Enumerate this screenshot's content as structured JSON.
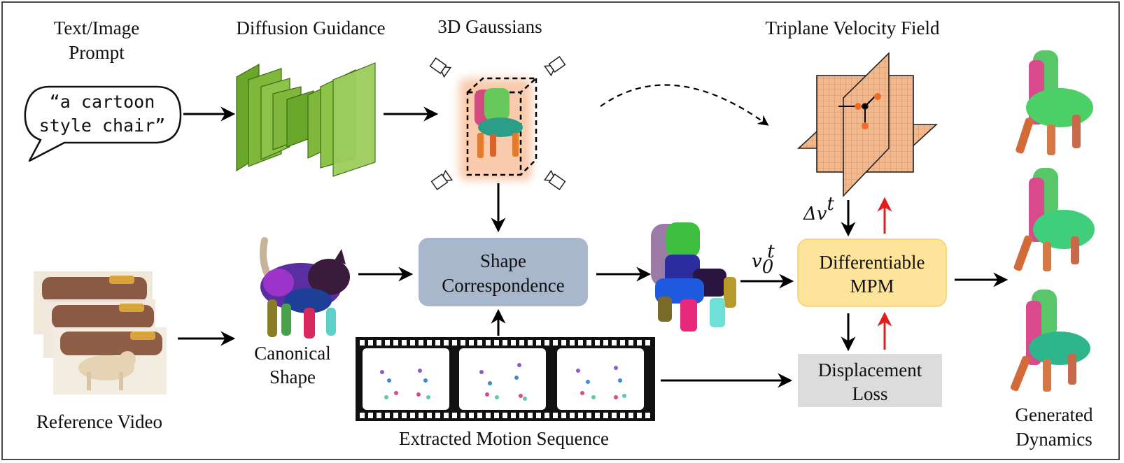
{
  "labels": {
    "text_image_prompt_1": "Text/Image",
    "text_image_prompt_2": "Prompt",
    "diffusion_guidance": "Diffusion Guidance",
    "gaussians_3d": "3D Gaussians",
    "triplane_velocity_field": "Triplane Velocity Field",
    "reference_video": "Reference Video",
    "canonical_shape_1": "Canonical",
    "canonical_shape_2": "Shape",
    "extracted_motion_sequence": "Extracted Motion Sequence",
    "generated_dynamics_1": "Generated",
    "generated_dynamics_2": "Dynamics"
  },
  "prompt_bubble": {
    "line1": "“a cartoon",
    "line2": "style chair”"
  },
  "boxes": {
    "shape_correspondence_1": "Shape",
    "shape_correspondence_2": "Correspondence",
    "differentiable_mpm_1": "Differentiable",
    "differentiable_mpm_2": "MPM",
    "displacement_loss_1": "Displacement",
    "displacement_loss_2": "Loss"
  },
  "math": {
    "delta_v": "Δv",
    "delta_v_sup": "t",
    "v0": "v",
    "v0_sub": "0",
    "v0_sup": "t"
  },
  "colors": {
    "shape_box": "#a9b7cc",
    "mpm_box": "#fde49a",
    "loss_box": "#dcdcdc",
    "diffusion_green": "#7fb83a",
    "triplane": "#f3b98c",
    "gradient_arrow": "#e51c1c"
  }
}
